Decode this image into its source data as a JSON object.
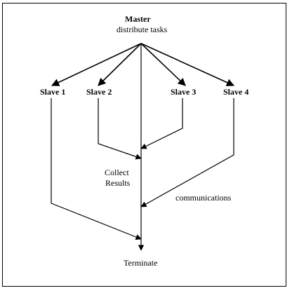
{
  "diagram": {
    "master": {
      "title": "Master",
      "subtitle": "distribute tasks"
    },
    "slaves": [
      {
        "label": "Slave 1"
      },
      {
        "label": "Slave 2"
      },
      {
        "label": "Slave 3"
      },
      {
        "label": "Slave 4"
      }
    ],
    "collect": {
      "line1": "Collect",
      "line2": "Results"
    },
    "communications": "communications",
    "terminate": "Terminate"
  }
}
